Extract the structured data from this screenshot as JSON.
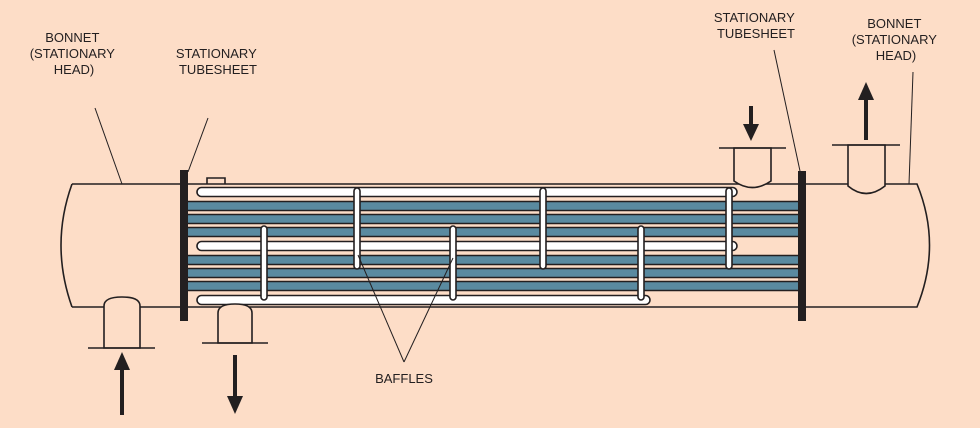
{
  "title": "Shell and tube heat exchanger diagram",
  "labels": {
    "left_bonnet": [
      "BONNET",
      "(STATIONARY",
      "HEAD)"
    ],
    "left_tubesheet": [
      "STATIONARY",
      "TUBESHEET"
    ],
    "right_tubesheet": [
      "STATIONARY",
      "TUBESHEET"
    ],
    "right_bonnet": [
      "BONNET",
      "(STATIONARY",
      "HEAD)"
    ],
    "baffles": "BAFFLES"
  },
  "colors": {
    "background": "#FDDDC7",
    "tube": "#5A8AA0",
    "outline": "#231f20"
  }
}
